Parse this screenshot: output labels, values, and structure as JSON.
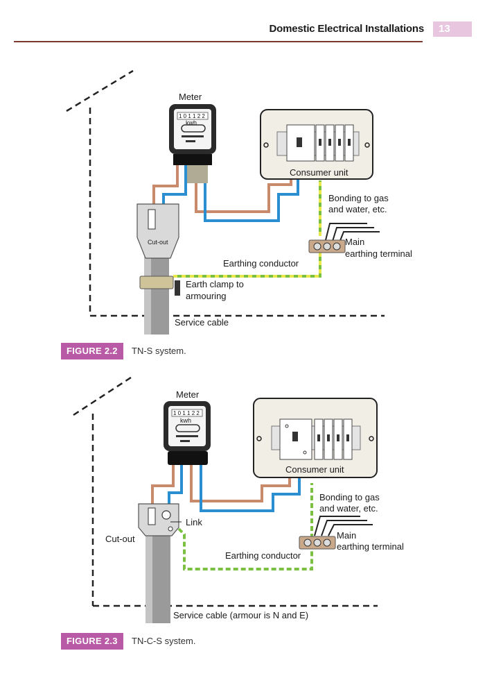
{
  "header": {
    "title": "Domestic Electrical Installations",
    "page_number": "13"
  },
  "figure1": {
    "meter_label": "Meter",
    "meter_digits": "1 0 1 1 2 2",
    "meter_unit": "kwh",
    "consumer_unit_label": "Consumer unit",
    "cutout_label": "Cut-out",
    "bonding_label_1": "Bonding to gas",
    "bonding_label_2": "and water, etc.",
    "main_earth_1": "Main",
    "main_earth_2": "earthing terminal",
    "earthing_conductor": "Earthing conductor",
    "earth_clamp_1": "Earth clamp to",
    "earth_clamp_2": "armouring",
    "service_cable": "Service cable",
    "caption_tag": "FIGURE 2.2",
    "caption_text": "TN-S system."
  },
  "figure2": {
    "meter_label": "Meter",
    "meter_digits": "1 0 1 1 2 2",
    "meter_unit": "kwh",
    "consumer_unit_label": "Consumer unit",
    "cutout_label": "Cut-out",
    "link_label": "Link",
    "bonding_label_1": "Bonding to gas",
    "bonding_label_2": "and water, etc.",
    "main_earth_1": "Main",
    "main_earth_2": "earthing terminal",
    "earthing_conductor": "Earthing conductor",
    "service_cable": "Service cable (armour is N and E)",
    "caption_tag": "FIGURE 2.3",
    "caption_text": "TN-C-S system."
  },
  "colors": {
    "brown_wire": "#c98a6b",
    "blue_wire": "#2a8fd0",
    "earth_green": "#7bc043",
    "earth_yellow": "#e8e84a",
    "caption_tag": "#b85aa6",
    "page_tab": "#e8c6df",
    "rule": "#7a3b2e"
  }
}
